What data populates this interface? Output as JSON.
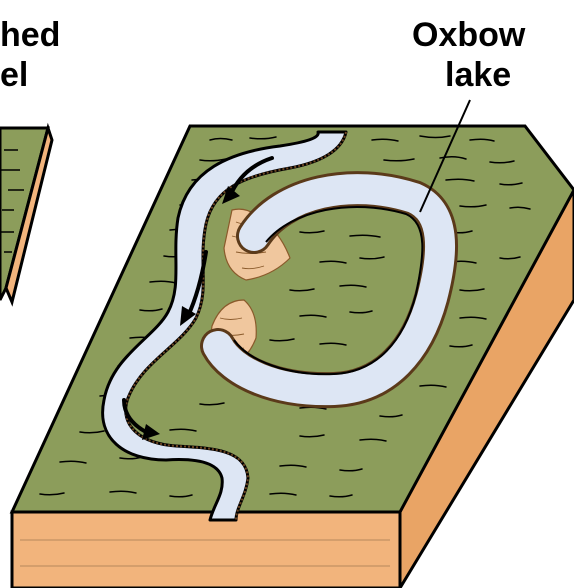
{
  "labels": {
    "top_left_line1": "hed",
    "top_left_line2": "el",
    "oxbow_line1": "Oxbow",
    "oxbow_line2": "lake"
  },
  "colors": {
    "floodplain": "#8c9d5b",
    "block_side": "#f2b47c",
    "block_side_dark": "#e39a5a",
    "water": "#dde6f4",
    "bank": "#f0c79e",
    "outline": "#000000"
  }
}
